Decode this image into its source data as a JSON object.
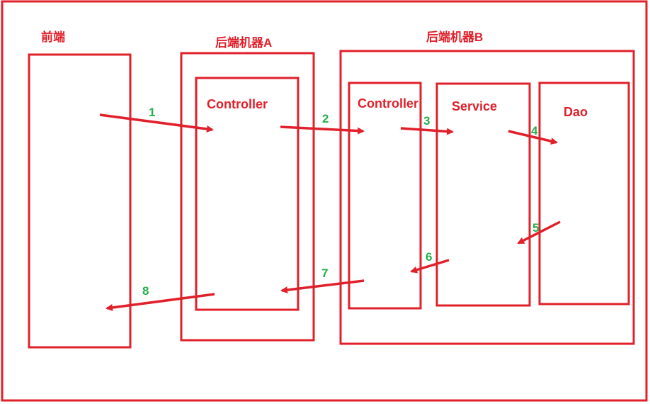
{
  "colors": {
    "stroke": "#e0202a",
    "step_number": "#22b04a",
    "background": "#ffffff"
  },
  "labels": {
    "frontend": "前端",
    "machine_a": "后端机器A",
    "machine_b": "后端机器B",
    "controller_a": "Controller",
    "controller_b": "Controller",
    "service": "Service",
    "dao": "Dao"
  },
  "steps": [
    "1",
    "2",
    "3",
    "4",
    "5",
    "6",
    "7",
    "8"
  ]
}
